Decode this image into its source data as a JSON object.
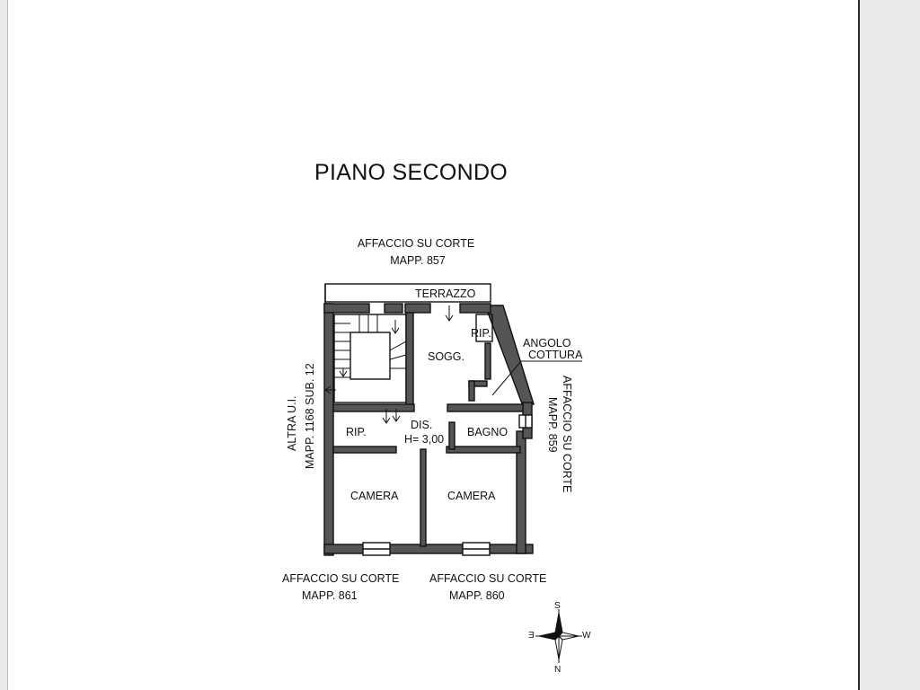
{
  "title": "PIANO SECONDO",
  "labels": {
    "top_affaccio": "AFFACCIO SU  CORTE",
    "top_mapp": "MAPP. 857",
    "terrazzo": "TERRAZZO",
    "rip_top": "RIP.",
    "angolo": "ANGOLO",
    "cottura": "COTTURA",
    "sogg": "SOGG.",
    "dis": "DIS.",
    "height": "H= 3,00",
    "rip_left": "RIP.",
    "bagno": "BAGNO",
    "camera_left": "CAMERA",
    "camera_right": "CAMERA",
    "left_vert_1": "ALTRA U.I.",
    "left_vert_2": "MAPP. 1168 SUB. 12",
    "right_vert_1": "AFFACCIO SU  CORTE",
    "right_vert_2": "MAPP. 859",
    "bottom_left_affaccio": "AFFACCIO SU  CORTE",
    "bottom_left_mapp": "MAPP. 861",
    "bottom_right_affaccio": "AFFACCIO SU  CORTE",
    "bottom_right_mapp": "MAPP. 860"
  },
  "compass": {
    "n": "N",
    "s": "S",
    "e": "E",
    "w": "W"
  }
}
